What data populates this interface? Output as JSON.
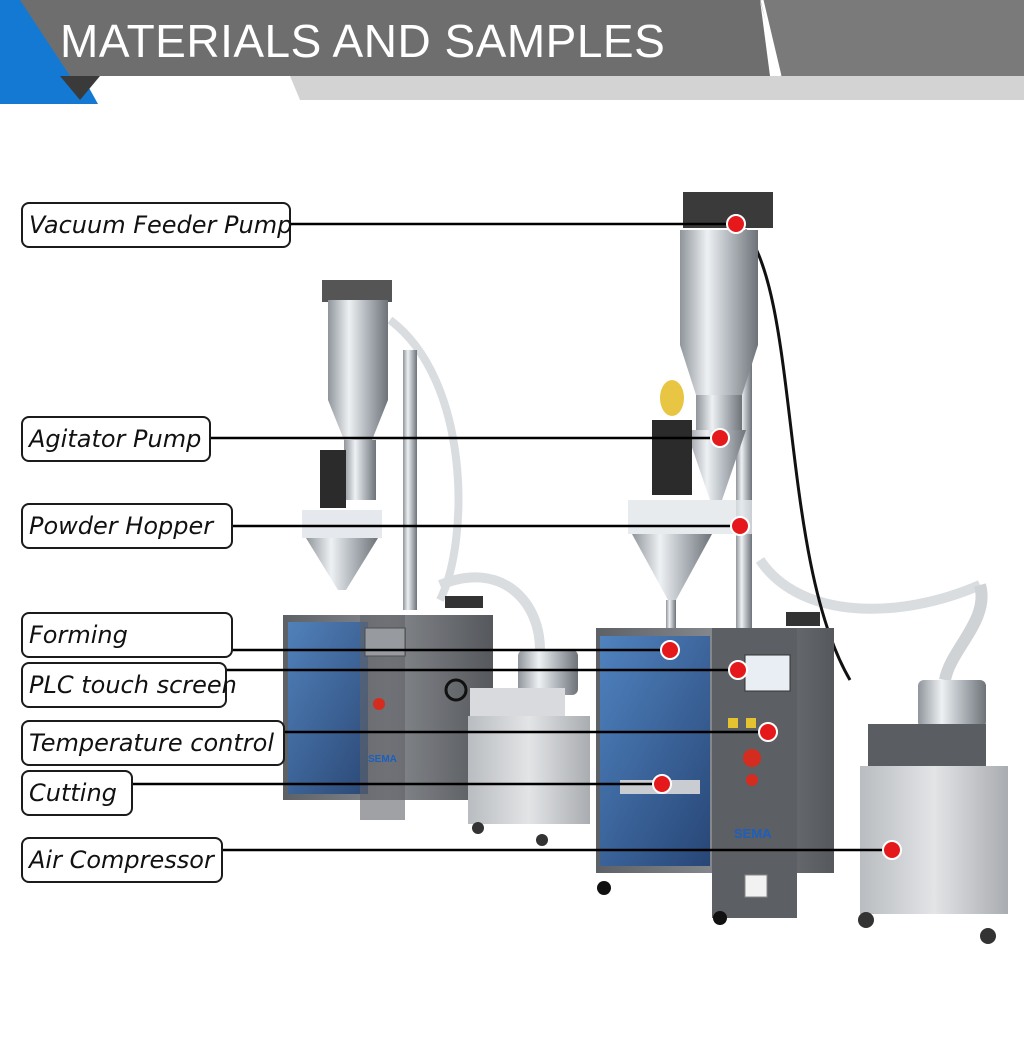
{
  "header": {
    "title": "MATERIALS AND SAMPLES",
    "colors": {
      "banner": "#6e6e6e",
      "accent": "#1479d2",
      "stripe": "#cfcfcf"
    }
  },
  "callouts": [
    {
      "id": "vacuum-feeder-pump",
      "label": "Vacuum Feeder Pump"
    },
    {
      "id": "agitator-pump",
      "label": "Agitator Pump"
    },
    {
      "id": "powder-hopper",
      "label": "Powder Hopper"
    },
    {
      "id": "forming",
      "label": "Forming"
    },
    {
      "id": "plc-touch-screen",
      "label": "PLC touch screen"
    },
    {
      "id": "temperature-control",
      "label": "Temperature control"
    },
    {
      "id": "cutting",
      "label": "Cutting"
    },
    {
      "id": "air-compressor",
      "label": "Air Compressor"
    }
  ],
  "machine_branding": {
    "logo_left": "SEMA",
    "logo_right": "SEMA"
  },
  "colors": {
    "marker": "#e5191c",
    "marker_outline": "#ffffff",
    "leader_line": "#000000"
  }
}
